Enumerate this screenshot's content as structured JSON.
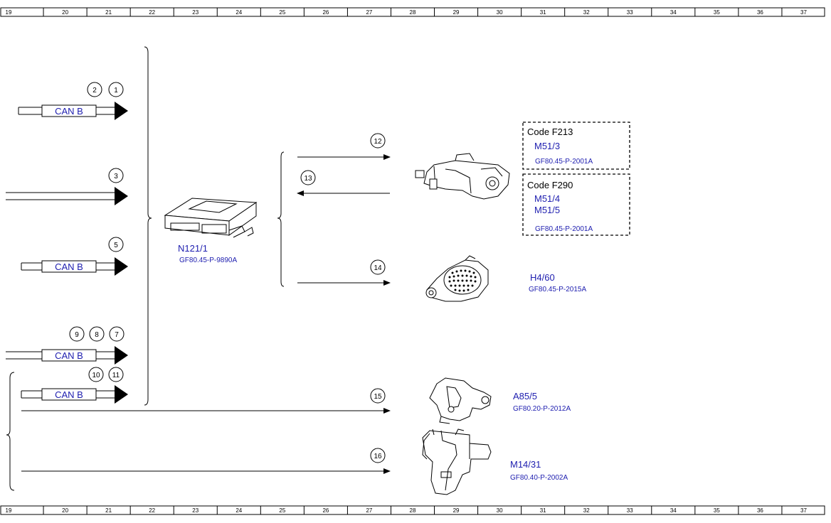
{
  "ruler": {
    "columns": [
      "19",
      "20",
      "21",
      "22",
      "23",
      "24",
      "25",
      "26",
      "27",
      "28",
      "29",
      "30",
      "31",
      "32",
      "33",
      "34",
      "35",
      "36",
      "37"
    ]
  },
  "circles": {
    "c1": "1",
    "c2": "2",
    "c3": "3",
    "c5": "5",
    "c7": "7",
    "c8": "8",
    "c9": "9",
    "c10": "10",
    "c11": "11",
    "c12": "12",
    "c13": "13",
    "c14": "14",
    "c15": "15",
    "c16": "16"
  },
  "bus": {
    "can_1": "CAN B",
    "can_2": "CAN B",
    "can_3": "CAN B",
    "can_4": "CAN B"
  },
  "components": {
    "n121": {
      "id": "N121/1",
      "ref": "GF80.45-P-9890A"
    },
    "code_f213": {
      "code": "Code F213",
      "id": "M51/3",
      "ref": "GF80.45-P-2001A"
    },
    "code_f290": {
      "code": "Code F290",
      "id1": "M51/4",
      "id2": "M51/5",
      "ref": "GF80.45-P-2001A"
    },
    "h4": {
      "id": "H4/60",
      "ref": "GF80.45-P-2015A"
    },
    "a85": {
      "id": "A85/5",
      "ref": "GF80.20-P-2012A"
    },
    "m14": {
      "id": "M14/31",
      "ref": "GF80.40-P-2002A"
    }
  }
}
